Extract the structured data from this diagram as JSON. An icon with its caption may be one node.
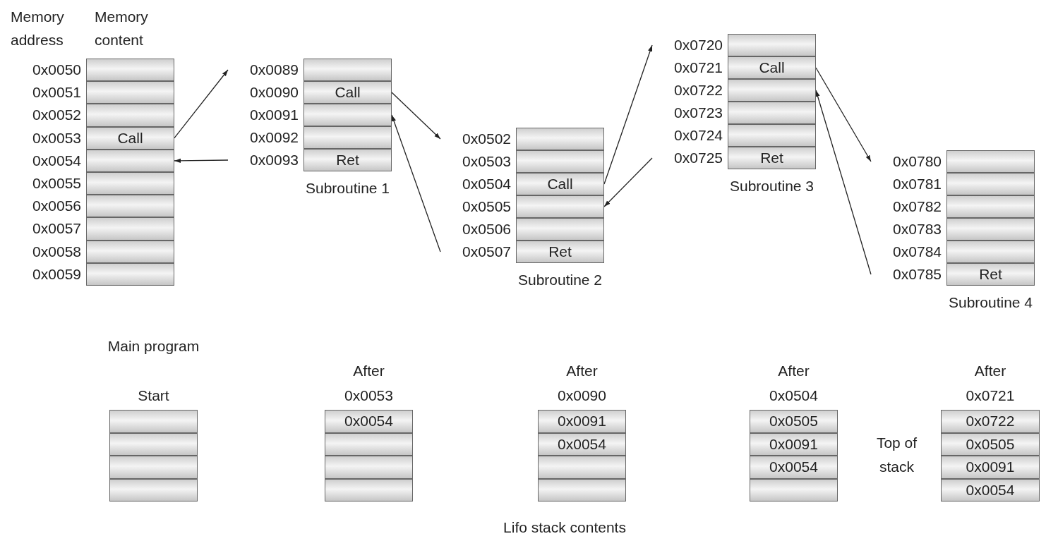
{
  "diagram": {
    "nodes": [
      {
        "text": [],
        "shape": "box",
        "beside": [
          "0x0050"
        ]
      },
      {
        "text": [],
        "shape": "box",
        "beside": [
          "0x0051"
        ]
      },
      {
        "text": [],
        "shape": "box",
        "beside": [
          "0x0052"
        ]
      },
      {
        "text": [
          "Call"
        ],
        "beside": [
          "0x0053"
        ]
      },
      {
        "text": [],
        "shape": "box",
        "beside": [
          "0x0054"
        ]
      },
      {
        "text": [],
        "shape": "box",
        "beside": [
          "0x0055"
        ]
      },
      {
        "text": [],
        "shape": "box",
        "beside": [
          "0x0056"
        ]
      },
      {
        "text": [],
        "shape": "box",
        "beside": [
          "0x0057"
        ]
      },
      {
        "text": [],
        "shape": "box",
        "beside": [
          "0x0058"
        ]
      },
      {
        "text": [],
        "shape": "box",
        "beside": [
          "0x0059"
        ]
      },
      {
        "text": [
          "Subroutine 1"
        ]
      },
      {
        "text": [],
        "shape": "box",
        "beside": [
          "0x0089"
        ],
        "in": 10
      },
      {
        "text": [
          "Call"
        ],
        "beside": [
          "0x0090"
        ],
        "in": 10
      },
      {
        "text": [],
        "shape": "box",
        "beside": [
          "0x0091"
        ],
        "in": 10
      },
      {
        "text": [],
        "shape": "box",
        "beside": [
          "0x0092"
        ],
        "in": 10
      },
      {
        "text": [
          "Ret"
        ],
        "beside": [
          "0x0093"
        ],
        "in": 10
      },
      {
        "text": [
          "Subroutine 2"
        ]
      },
      {
        "text": [],
        "shape": "box",
        "beside": [
          "0x0502"
        ],
        "in": 16
      },
      {
        "text": [],
        "shape": "box",
        "beside": [
          "0x0503"
        ],
        "in": 16
      },
      {
        "text": [
          "Call"
        ],
        "beside": [
          "0x0504"
        ],
        "in": 16
      },
      {
        "text": [],
        "shape": "box",
        "beside": [
          "0x0505"
        ],
        "in": 16
      },
      {
        "text": [],
        "shape": "box",
        "beside": [
          "0x0506"
        ],
        "in": 16
      },
      {
        "text": [
          "Ret"
        ],
        "beside": [
          "0x0507"
        ],
        "in": 16
      },
      {
        "text": [
          "Subroutine 3"
        ]
      },
      {
        "text": [],
        "shape": "box",
        "beside": [
          "0x0720"
        ],
        "in": 23
      },
      {
        "text": [
          "Call"
        ],
        "beside": [
          "0x0721"
        ],
        "in": 23
      },
      {
        "text": [],
        "shape": "box",
        "beside": [
          "0x0722"
        ],
        "in": 23
      },
      {
        "text": [],
        "shape": "box",
        "beside": [
          "0x0723"
        ],
        "in": 23
      },
      {
        "text": [],
        "shape": "box",
        "beside": [
          "0x0724"
        ],
        "in": 23
      },
      {
        "text": [
          "Ret"
        ],
        "beside": [
          "0x0725"
        ],
        "in": 23
      },
      {
        "text": [
          "Subroutine 4"
        ]
      },
      {
        "text": [],
        "shape": "box",
        "beside": [
          "0x0780"
        ],
        "in": 30
      },
      {
        "text": [],
        "shape": "box",
        "beside": [
          "0x0781"
        ],
        "in": 30
      },
      {
        "text": [],
        "shape": "box",
        "beside": [
          "0x0782"
        ],
        "in": 30
      },
      {
        "text": [],
        "shape": "box",
        "beside": [
          "0x0783"
        ],
        "in": 30
      },
      {
        "text": [],
        "shape": "box",
        "beside": [
          "0x0784"
        ],
        "in": 30
      },
      {
        "text": [
          "Ret"
        ],
        "beside": [
          "0x0785"
        ],
        "in": 30
      },
      {
        "text": [
          "Main program",
          "Start"
        ]
      },
      {
        "text": [],
        "shape": "box",
        "in": 37
      },
      {
        "text": [],
        "shape": "box",
        "in": 37
      },
      {
        "text": [],
        "shape": "box",
        "in": 37
      },
      {
        "text": [],
        "shape": "box",
        "in": 37
      },
      {
        "text": [
          "After 0x0053"
        ]
      },
      {
        "text": [
          "0x0054"
        ],
        "in": 42
      },
      {
        "text": [],
        "shape": "box",
        "in": 42
      },
      {
        "text": [],
        "shape": "box",
        "in": 42
      },
      {
        "text": [],
        "shape": "box",
        "in": 42
      },
      {
        "text": [
          "After 0x0090"
        ]
      },
      {
        "text": [
          "0x0091"
        ],
        "in": 47
      },
      {
        "text": [
          "0x0054"
        ],
        "in": 47
      },
      {
        "text": [],
        "shape": "box",
        "in": 47
      },
      {
        "text": [],
        "shape": "box",
        "in": 47
      },
      {
        "text": [
          "After 0x0504"
        ]
      },
      {
        "text": [
          "0x0505"
        ],
        "in": 52
      },
      {
        "text": [
          "0x0091"
        ],
        "in": 52
      },
      {
        "text": [
          "0x0054"
        ],
        "in": 52
      },
      {
        "text": [],
        "shape": "box",
        "in": 52
      },
      {
        "text": [
          "After 0x0721"
        ],
        "beside": [
          "Top of stack"
        ]
      },
      {
        "text": [
          "0x0722"
        ],
        "in": 57
      },
      {
        "text": [
          "0x0505"
        ],
        "in": 57
      },
      {
        "text": [
          "0x0091"
        ],
        "in": 57
      },
      {
        "text": [
          "0x0054"
        ],
        "in": 57
      }
    ],
    "edges": [
      {
        "from": 3,
        "to": 11,
        "arrow": "to"
      },
      {
        "from": 15,
        "to": 4,
        "arrow": "to"
      },
      {
        "from": 12,
        "to": 17,
        "arrow": "to"
      },
      {
        "from": 22,
        "to": 13,
        "arrow": "to"
      },
      {
        "from": 19,
        "to": 24,
        "arrow": "to"
      },
      {
        "from": 29,
        "to": 20,
        "arrow": "to"
      },
      {
        "from": 25,
        "to": 31,
        "arrow": "to"
      },
      {
        "from": 36,
        "to": 26,
        "arrow": "to"
      }
    ],
    "labels": [
      "Memory address",
      "Memory content",
      "Lifo stack contents"
    ]
  }
}
